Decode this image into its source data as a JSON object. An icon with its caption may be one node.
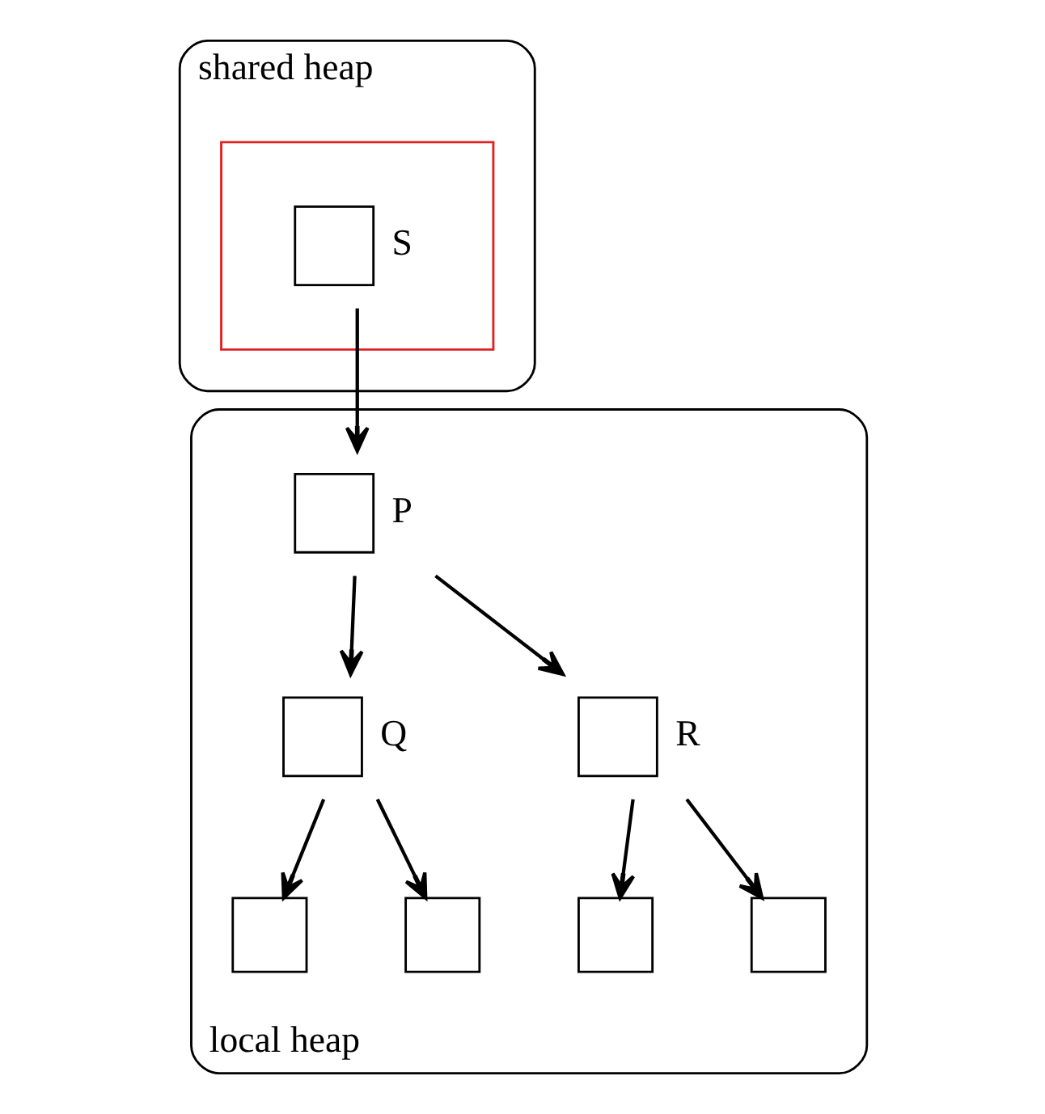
{
  "diagram": {
    "nodes": [
      {
        "text": [
          "shared heap"
        ]
      },
      {
        "text": [],
        "shape": "box",
        "in": 0
      },
      {
        "text": [],
        "shape": "box",
        "in": 1,
        "beside": [
          "S"
        ]
      },
      {
        "text": [
          "local heap"
        ]
      },
      {
        "text": [],
        "shape": "box",
        "in": 3,
        "beside": [
          "P"
        ]
      },
      {
        "text": [],
        "shape": "box",
        "in": 3,
        "beside": [
          "Q"
        ]
      },
      {
        "text": [],
        "shape": "box",
        "in": 3,
        "beside": [
          "R"
        ]
      },
      {
        "text": [],
        "shape": "box",
        "in": 3
      },
      {
        "text": [],
        "shape": "box",
        "in": 3
      },
      {
        "text": [],
        "shape": "box",
        "in": 3
      },
      {
        "text": [],
        "shape": "box",
        "in": 3
      }
    ],
    "edges": [
      {
        "from": 2,
        "to": 4,
        "arrow": "to"
      },
      {
        "from": 4,
        "to": 5,
        "arrow": "to"
      },
      {
        "from": 4,
        "to": 6,
        "arrow": "to"
      },
      {
        "from": 5,
        "to": 7,
        "arrow": "to"
      },
      {
        "from": 5,
        "to": 8,
        "arrow": "to"
      },
      {
        "from": 6,
        "to": 9,
        "arrow": "to"
      },
      {
        "from": 6,
        "to": 10,
        "arrow": "to"
      }
    ]
  }
}
